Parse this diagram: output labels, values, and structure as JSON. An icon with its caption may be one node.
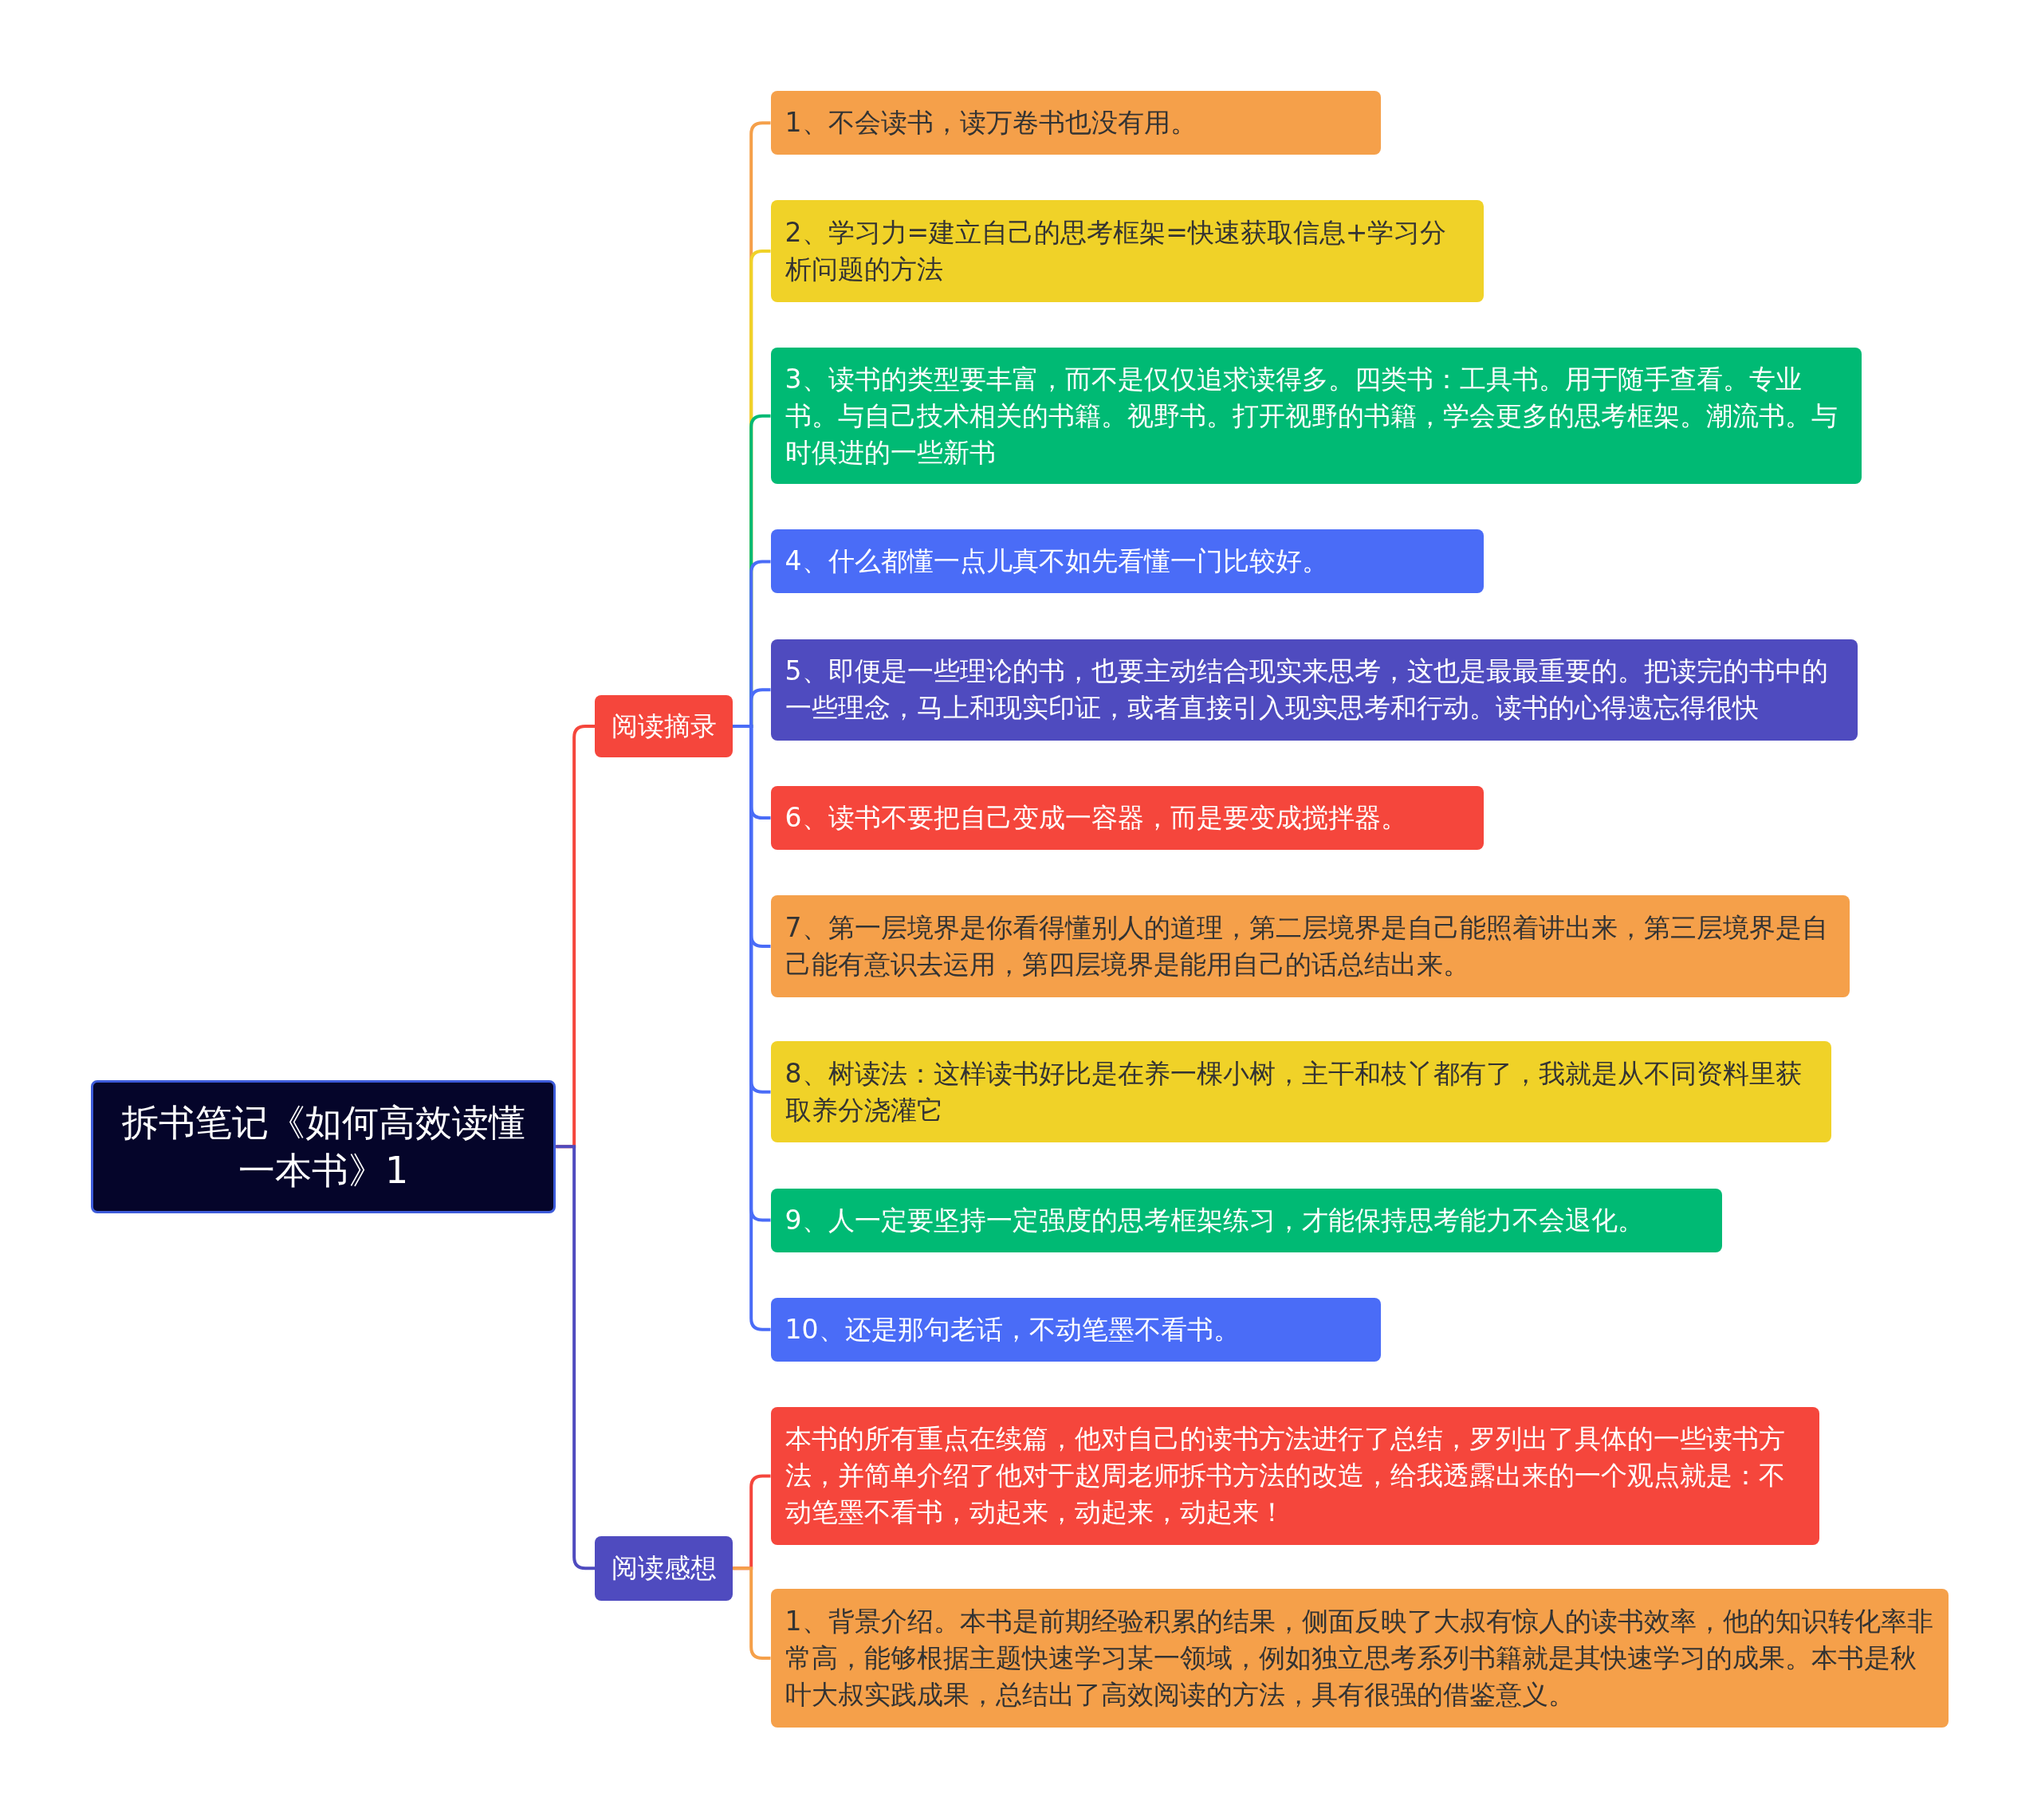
{
  "diagram": {
    "nodes": [
      {
        "text": [
          "拆书笔记《如何高效读懂一本书》1"
        ]
      },
      {
        "text": [
          "阅读摘录"
        ]
      },
      {
        "text": [
          "1、不会读书，读万卷书也没有用。"
        ]
      },
      {
        "text": [
          "2、学习力=建立自己的思考框架=快速获取信息+学习分析问题的方法"
        ]
      },
      {
        "text": [
          "3、读书的类型要丰富，而不是仅仅追求读得多。四类书：工具书。用于随手查看。专业书。与自己技术相关的书籍。视野书。打开视野的书籍，学会更多的思考框架。潮流书。与时俱进的一些新书"
        ]
      },
      {
        "text": [
          "4、什么都懂一点儿真不如先看懂一门比较好。"
        ]
      },
      {
        "text": [
          "5、即便是一些理论的书，也要主动结合现实来思考，这也是最最重要的。把读完的书中的一些理念，马上和现实印证，或者直接引入现实思考和行动。读书的心得遗忘得很快"
        ]
      },
      {
        "text": [
          "6、读书不要把自己变成一容器，而是要变成搅拌器。"
        ]
      },
      {
        "text": [
          "7、第一层境界是你看得懂别人的道理，第二层境界是自己能照着讲出来，第三层境界是自己能有意识去运用，第四层境界是能用自己的话总结出来。"
        ]
      },
      {
        "text": [
          "8、树读法：这样读书好比是在养一棵小树，主干和枝丫都有了，我就是从不同资料里获取养分浇灌它"
        ]
      },
      {
        "text": [
          "9、人一定要坚持一定强度的思考框架练习，才能保持思考能力不会退化。"
        ]
      },
      {
        "text": [
          "10、还是那句老话，不动笔墨不看书。"
        ]
      },
      {
        "text": [
          "阅读感想"
        ]
      },
      {
        "text": [
          "本书的所有重点在续篇，他对自己的读书方法进行了总结，罗列出了具体的一些读书方法，并简单介绍了他对于赵周老师拆书方法的改造，给我透露出来的一个观点就是：不动笔墨不看书，动起来，动起来，动起来！"
        ]
      },
      {
        "text": [
          "1、背景介绍。本书是前期经验积累的结果，侧面反映了大叔有惊人的读书效率，他的知识转化率非常高，能够根据主题快速学习某一领域，例如独立思考系列书籍就是其快速学习的成果。本书是秋叶大叔实践成果，总结出了高效阅读的方法，具有很强的借鉴意义。"
        ]
      }
    ],
    "edges": [
      {
        "from": 0,
        "to": 1,
        "arrow": "none",
        "color": "#f5463c"
      },
      {
        "from": 0,
        "to": 12,
        "arrow": "none",
        "color": "#4f4bbf"
      },
      {
        "from": 1,
        "to": 2,
        "arrow": "none",
        "color": "#f5a04a"
      },
      {
        "from": 1,
        "to": 3,
        "arrow": "none",
        "color": "#f0d228"
      },
      {
        "from": 1,
        "to": 4,
        "arrow": "none",
        "color": "#00ba74"
      },
      {
        "from": 1,
        "to": 5,
        "arrow": "none",
        "color": "#4a6cf7"
      },
      {
        "from": 1,
        "to": 6,
        "arrow": "none",
        "color": "#4a6cf7"
      },
      {
        "from": 1,
        "to": 7,
        "arrow": "none",
        "color": "#4a6cf7"
      },
      {
        "from": 1,
        "to": 8,
        "arrow": "none",
        "color": "#4a6cf7"
      },
      {
        "from": 1,
        "to": 9,
        "arrow": "none",
        "color": "#4a6cf7"
      },
      {
        "from": 1,
        "to": 10,
        "arrow": "none",
        "color": "#4a6cf7"
      },
      {
        "from": 1,
        "to": 11,
        "arrow": "none",
        "color": "#4a6cf7"
      },
      {
        "from": 12,
        "to": 13,
        "arrow": "none",
        "color": "#f5463c"
      },
      {
        "from": 12,
        "to": 14,
        "arrow": "none",
        "color": "#f5a04a"
      }
    ]
  }
}
